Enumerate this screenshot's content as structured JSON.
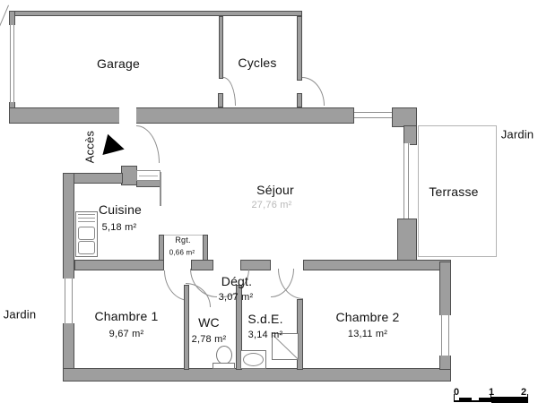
{
  "rooms": [
    {
      "label": "Garage"
    },
    {
      "label": "Cycles"
    },
    {
      "label": "Cuisine",
      "area": "5,18 m²"
    },
    {
      "label": "Séjour",
      "area": "27,76 m²"
    },
    {
      "label": "Terrasse"
    },
    {
      "label": "Rgt.",
      "area": "0,66 m²"
    },
    {
      "label": "Dégt.",
      "area": "3,07 m²"
    },
    {
      "label": "Chambre 1",
      "area": "9,67 m²"
    },
    {
      "label": "WC",
      "area": "2,78 m²"
    },
    {
      "label": "S.d.E.",
      "area": "3,14 m²"
    },
    {
      "label": "Chambre 2",
      "area": "13,11 m²"
    }
  ],
  "outdoor": {
    "jardin_left": "Jardin",
    "jardin_right": "Jardin"
  },
  "entrance": {
    "label": "Accès"
  },
  "scale_bar": {
    "ticks": [
      "0",
      "1",
      "2"
    ]
  },
  "colors": {
    "wall_fill": "#9e9e9e",
    "wall_outline": "#4f4f4f",
    "label_text": "#111111",
    "sejour_area_text": "#b8b8b8"
  }
}
